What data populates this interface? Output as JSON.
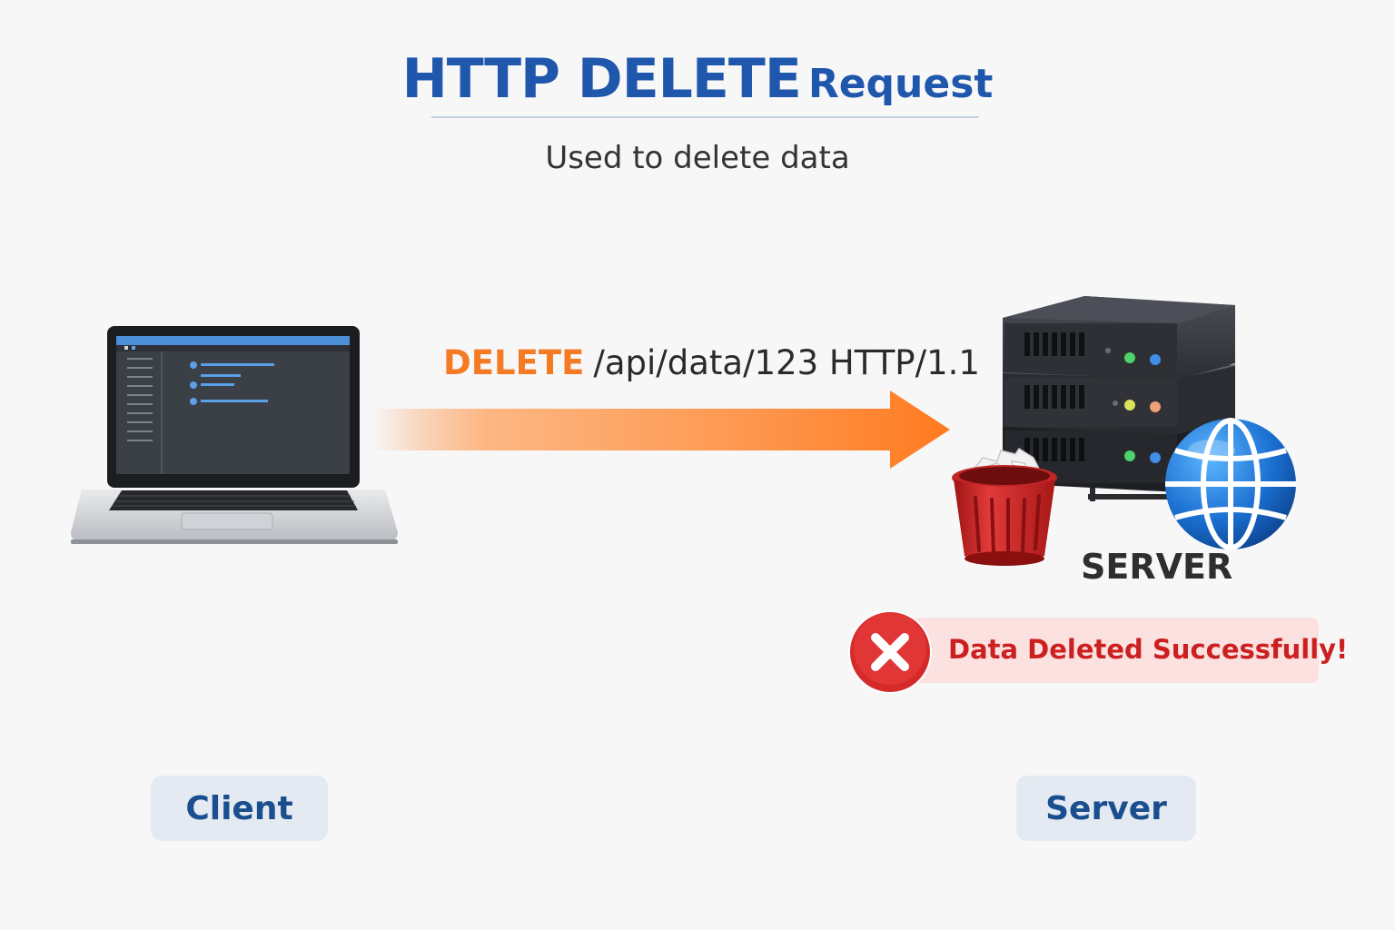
{
  "header": {
    "title_main": "HTTP DELETE",
    "title_tail": "Request",
    "subtitle": "Used to delete data"
  },
  "request": {
    "method": "DELETE",
    "path": "/api/data/123 HTTP/1.1"
  },
  "server_graphic": {
    "caption": "SERVER"
  },
  "status": {
    "message": "Data Deleted Successfully!",
    "icon": "x-circle-icon"
  },
  "labels": {
    "client": "Client",
    "server": "Server"
  },
  "colors": {
    "title": "#1f57ad",
    "method": "#f47a23",
    "arrow": "#ff7a1f",
    "status_text": "#cc2020",
    "status_bg": "#fce1e1",
    "status_icon": "#d42a2a",
    "tag_bg": "#e4e9f2",
    "tag_text": "#1a4f8f"
  },
  "icons": [
    "laptop-icon",
    "arrow-icon",
    "server-rack-icon",
    "trash-can-icon",
    "globe-icon",
    "x-circle-icon"
  ]
}
